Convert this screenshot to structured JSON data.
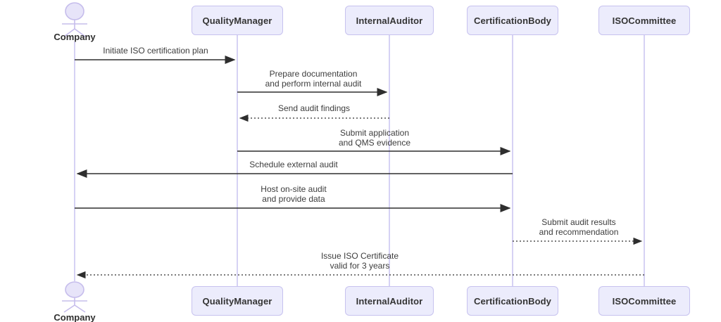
{
  "diagram": {
    "type": "sequence-diagram",
    "colors": {
      "participant_fill": "#ECECFC",
      "participant_border": "#C7C2EF",
      "lifeline": "#C9C4F0",
      "actor_stroke": "#C6BDEC",
      "actor_head_fill": "#E7E4F9",
      "message_line": "#2e2e2e",
      "text": "#3d3d3d"
    },
    "participants": [
      {
        "id": "company",
        "label": "Company",
        "kind": "actor"
      },
      {
        "id": "qualitymanager",
        "label": "QualityManager",
        "kind": "box"
      },
      {
        "id": "internalauditor",
        "label": "InternalAuditor",
        "kind": "box"
      },
      {
        "id": "certificationbody",
        "label": "CertificationBody",
        "kind": "box"
      },
      {
        "id": "isocommittee",
        "label": "ISOCommittee",
        "kind": "box"
      }
    ],
    "messages": [
      {
        "from": "Company",
        "to": "QualityManager",
        "style": "solid",
        "label": "Initiate ISO certification plan"
      },
      {
        "from": "QualityManager",
        "to": "InternalAuditor",
        "style": "solid",
        "label": "Prepare documentation\nand perform internal audit"
      },
      {
        "from": "InternalAuditor",
        "to": "QualityManager",
        "style": "dashed",
        "label": "Send audit findings"
      },
      {
        "from": "QualityManager",
        "to": "CertificationBody",
        "style": "solid",
        "label": "Submit application\nand QMS evidence"
      },
      {
        "from": "CertificationBody",
        "to": "Company",
        "style": "solid",
        "label": "Schedule external audit"
      },
      {
        "from": "Company",
        "to": "CertificationBody",
        "style": "solid",
        "label": "Host on-site audit\nand provide data"
      },
      {
        "from": "CertificationBody",
        "to": "ISOCommittee",
        "style": "dashed",
        "label": "Submit audit results\nand recommendation"
      },
      {
        "from": "ISOCommittee",
        "to": "Company",
        "style": "dashed",
        "label": "Issue ISO Certificate\nvalid for 3 years"
      }
    ]
  }
}
